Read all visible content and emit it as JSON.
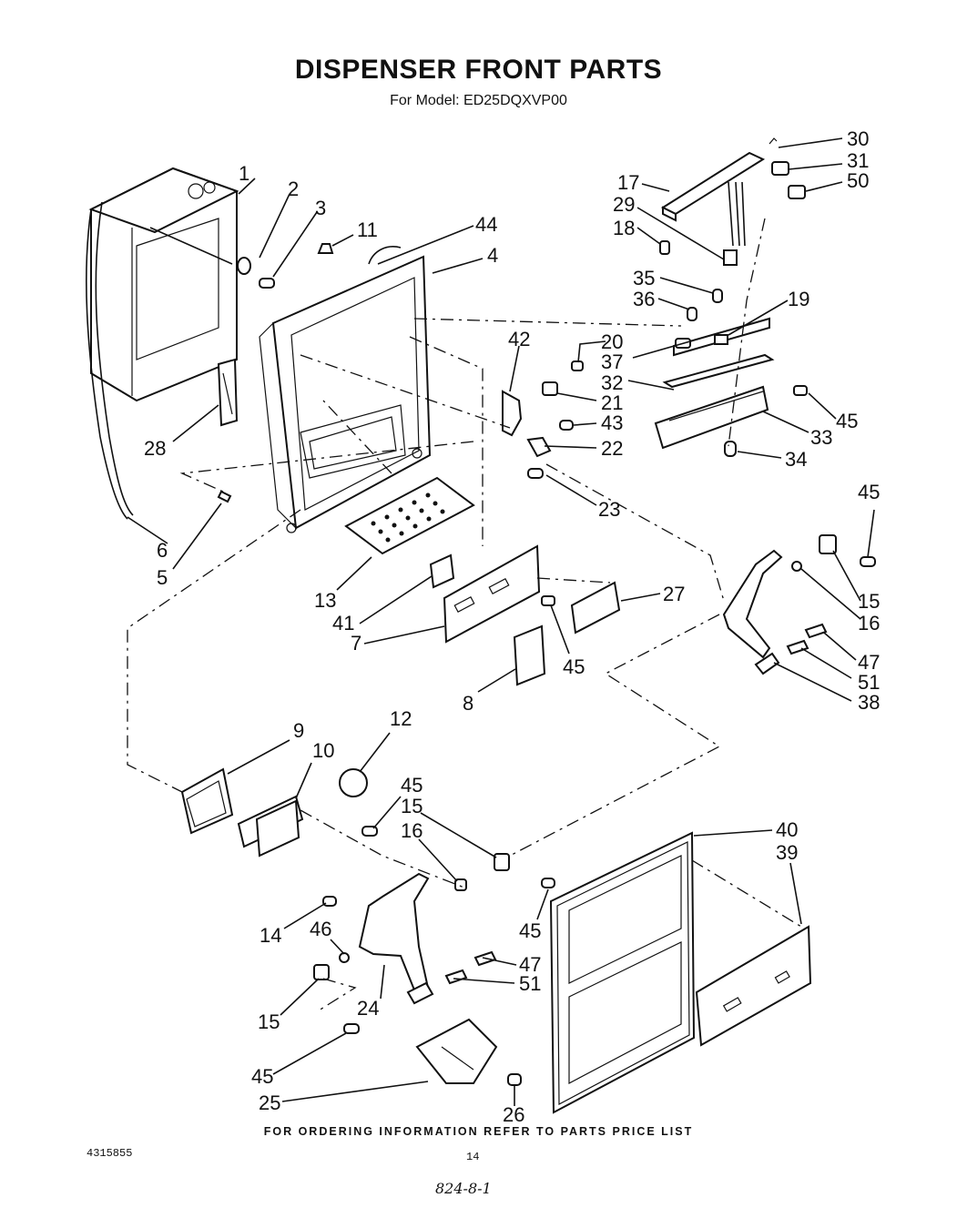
{
  "header": {
    "title": "DISPENSER FRONT PARTS",
    "model": "For Model: ED25DQXVP00"
  },
  "footer": {
    "ordering_note": "FOR ORDERING INFORMATION REFER TO PARTS PRICE LIST",
    "document_code": "4315855",
    "page_number": "14",
    "handwritten_note": "824-8-1"
  },
  "callouts": [
    "1",
    "2",
    "3",
    "11",
    "44",
    "4",
    "28",
    "6",
    "5",
    "17",
    "29",
    "18",
    "30",
    "31",
    "50",
    "35",
    "36",
    "19",
    "42",
    "20",
    "37",
    "32",
    "21",
    "43",
    "22",
    "45",
    "33",
    "34",
    "23",
    "13",
    "41",
    "7",
    "27",
    "45",
    "8",
    "45",
    "15",
    "16",
    "47",
    "51",
    "38",
    "9",
    "12",
    "10",
    "45",
    "15",
    "16",
    "40",
    "39",
    "14",
    "46",
    "45",
    "47",
    "51",
    "24",
    "15",
    "45",
    "25",
    "26"
  ]
}
